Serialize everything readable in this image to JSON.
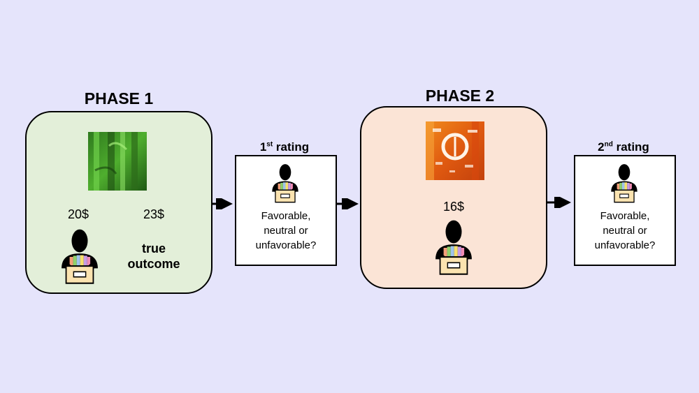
{
  "phase1": {
    "title": "PHASE 1",
    "price_left": "20$",
    "price_right": "23$",
    "outcome_line1": "true",
    "outcome_line2": "outcome",
    "color": "#e3efd9"
  },
  "rating1": {
    "ordinal": "1",
    "suffix": "st",
    "word": " rating",
    "question_line1": "Favorable,",
    "question_line2": "neutral or",
    "question_line3": "unfavorable?"
  },
  "phase2": {
    "title": "PHASE 2",
    "price": "16$",
    "color": "#fbe4d6"
  },
  "rating2": {
    "ordinal": "2",
    "suffix": "nd",
    "word": " rating",
    "question_line1": "Favorable,",
    "question_line2": "neutral or",
    "question_line3": "unfavorable?"
  },
  "icons": [
    "person-with-crayon-box-icon",
    "green-bamboo-painting",
    "orange-abstract-painting",
    "arrow-right-icon"
  ]
}
